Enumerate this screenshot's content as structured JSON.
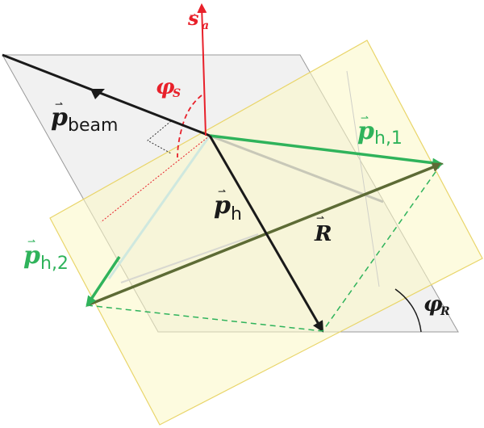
{
  "labels": {
    "s_a": {
      "main": "s",
      "sub": "a",
      "color": "#e8202a"
    },
    "phi_s": {
      "main": "φ",
      "sub": "S",
      "color": "#e8202a"
    },
    "p_beam": {
      "main": "p",
      "sub": "beam",
      "color": "#1a1a1a"
    },
    "p_h": {
      "main": "p",
      "sub": "h",
      "color": "#1a1a1a"
    },
    "p_h1": {
      "main": "p",
      "sub": "h,1",
      "color": "#2fb35b"
    },
    "p_h2": {
      "main": "p",
      "sub": "h,2",
      "color": "#2fb35b"
    },
    "R": {
      "main": "R",
      "color": "#1a1a1a"
    },
    "phi_R": {
      "main": "φ",
      "sub": "R",
      "color": "#1a1a1a"
    }
  },
  "colors": {
    "red": "#e8202a",
    "green": "#2fb35b",
    "olive": "#5d6b35",
    "black": "#1a1a1a",
    "yellow_plane": "#fdfbe0",
    "yellow_border": "#f0dc6e",
    "grey_plane": "#e6e6e6",
    "grey_border": "#999999"
  }
}
